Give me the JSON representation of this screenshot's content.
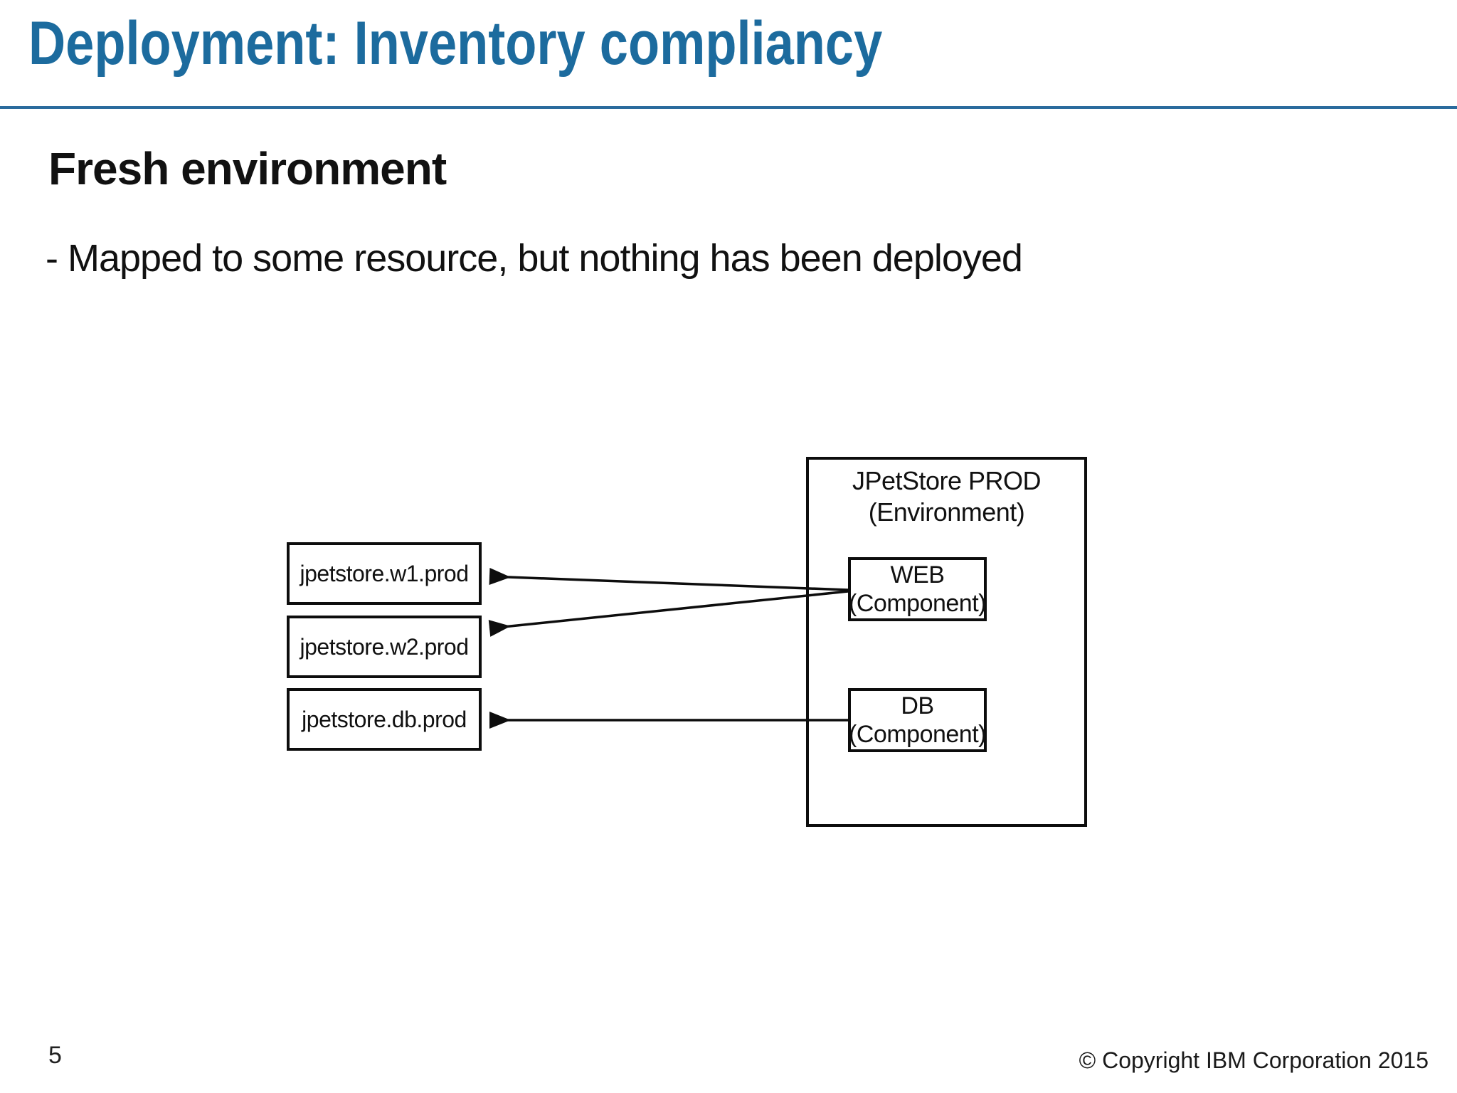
{
  "slide": {
    "title": "Deployment: Inventory compliancy",
    "heading": "Fresh environment",
    "bullet": "- Mapped to some resource, but nothing has been deployed",
    "page_number": "5",
    "copyright": "© Copyright IBM Corporation 2015"
  },
  "colors": {
    "accent_blue": "#1c6b9e",
    "rule_blue": "#2a6b9d",
    "diagram_stroke": "#0d0d0d",
    "text_black": "#111111"
  },
  "diagram": {
    "environment": {
      "title": "JPetStore PROD",
      "subtitle": "(Environment)"
    },
    "components": [
      {
        "name": "WEB",
        "type_label": "(Component)"
      },
      {
        "name": "DB",
        "type_label": "(Component)"
      }
    ],
    "resources": [
      {
        "label": "jpetstore.w1.prod"
      },
      {
        "label": "jpetstore.w2.prod"
      },
      {
        "label": "jpetstore.db.prod"
      }
    ],
    "arrows": [
      {
        "from": "WEB (Component)",
        "to": "jpetstore.w1.prod"
      },
      {
        "from": "WEB (Component)",
        "to": "jpetstore.w2.prod"
      },
      {
        "from": "DB (Component)",
        "to": "jpetstore.db.prod"
      }
    ]
  }
}
